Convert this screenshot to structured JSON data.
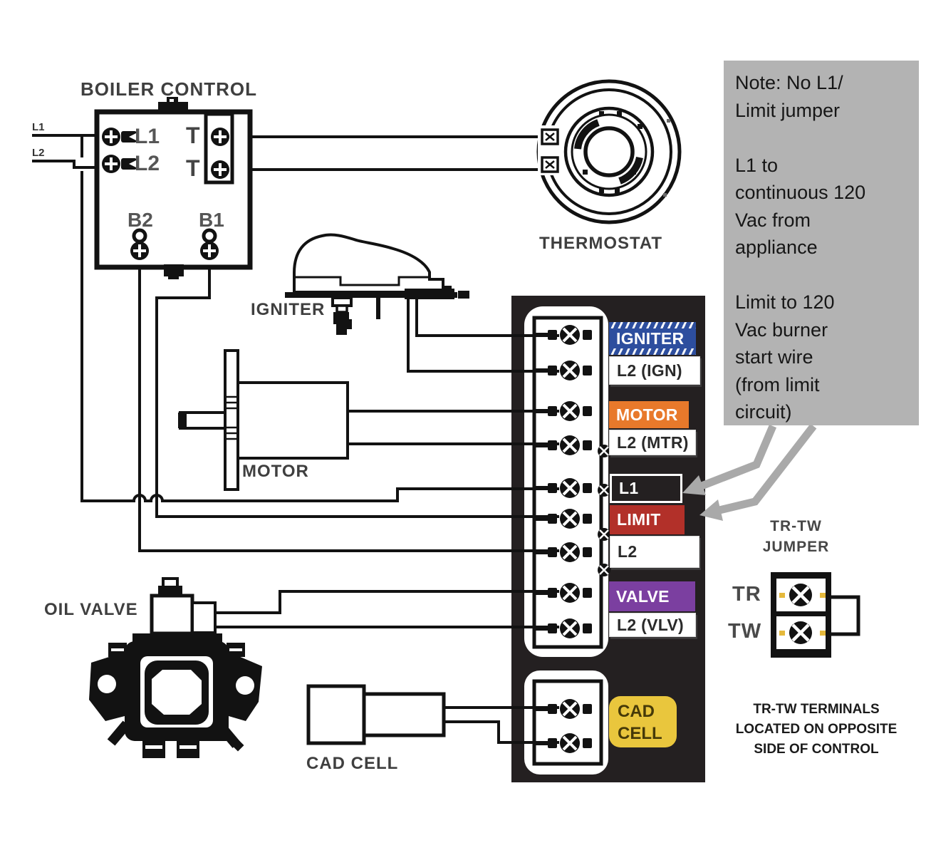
{
  "note": {
    "text": "Note: No L1/\nLimit jumper\n\nL1 to\ncontinuous 120\nVac from\nappliance\n\nLimit to 120\nVac burner\nstart wire\n(from limit\ncircuit)",
    "bg": "#b3b3b3"
  },
  "boiler_control": {
    "title": "BOILER CONTROL",
    "terminals": {
      "l1": "L1",
      "l2": "L2",
      "t_upper": "T",
      "t_lower": "T",
      "b2": "B2",
      "b1": "B1"
    },
    "inputs": {
      "l1": "L1",
      "l2": "L2"
    }
  },
  "thermostat": {
    "label": "THERMOSTAT"
  },
  "igniter": {
    "label": "IGNITER"
  },
  "motor": {
    "label": "MOTOR"
  },
  "oil_valve": {
    "label": "OIL VALVE"
  },
  "cad_cell": {
    "label": "CAD CELL"
  },
  "control_panel": {
    "panel_bg": "#242021",
    "labels": {
      "igniter": {
        "text": "IGNITER",
        "bg": "#2d4e9e",
        "fg": "#ffffff"
      },
      "l2_ign": {
        "text": "L2 (IGN)",
        "bg": "#ffffff",
        "fg": "#2a2a2a"
      },
      "motor": {
        "text": "MOTOR",
        "bg": "#e8792b",
        "fg": "#ffffff"
      },
      "l2_mtr": {
        "text": "L2 (MTR)",
        "bg": "#ffffff",
        "fg": "#2a2a2a"
      },
      "l1": {
        "text": "L1",
        "bg": "#242021",
        "fg": "#ffffff"
      },
      "limit": {
        "text": "LIMIT",
        "bg": "#b23029",
        "fg": "#ffffff"
      },
      "l2": {
        "text": "L2",
        "bg": "#ffffff",
        "fg": "#2a2a2a"
      },
      "valve": {
        "text": "VALVE",
        "bg": "#7b3fa0",
        "fg": "#ffffff"
      },
      "l2_vlv": {
        "text": "L2 (VLV)",
        "bg": "#ffffff",
        "fg": "#2a2a2a"
      },
      "cad_cell": {
        "text": "CAD\nCELL",
        "bg": "#e9c63d",
        "fg": "#463a08"
      }
    }
  },
  "tr_tw": {
    "title": "TR-TW\nJUMPER",
    "tr": "TR",
    "tw": "TW",
    "note": "TR-TW TERMINALS\nLOCATED ON OPPOSITE\nSIDE OF CONTROL"
  },
  "colors": {
    "wire": "#121212",
    "caption_gray": "#3f3f3f",
    "arrow_gray": "#a9a9a9",
    "jumper_accent": "#e5b93c"
  }
}
